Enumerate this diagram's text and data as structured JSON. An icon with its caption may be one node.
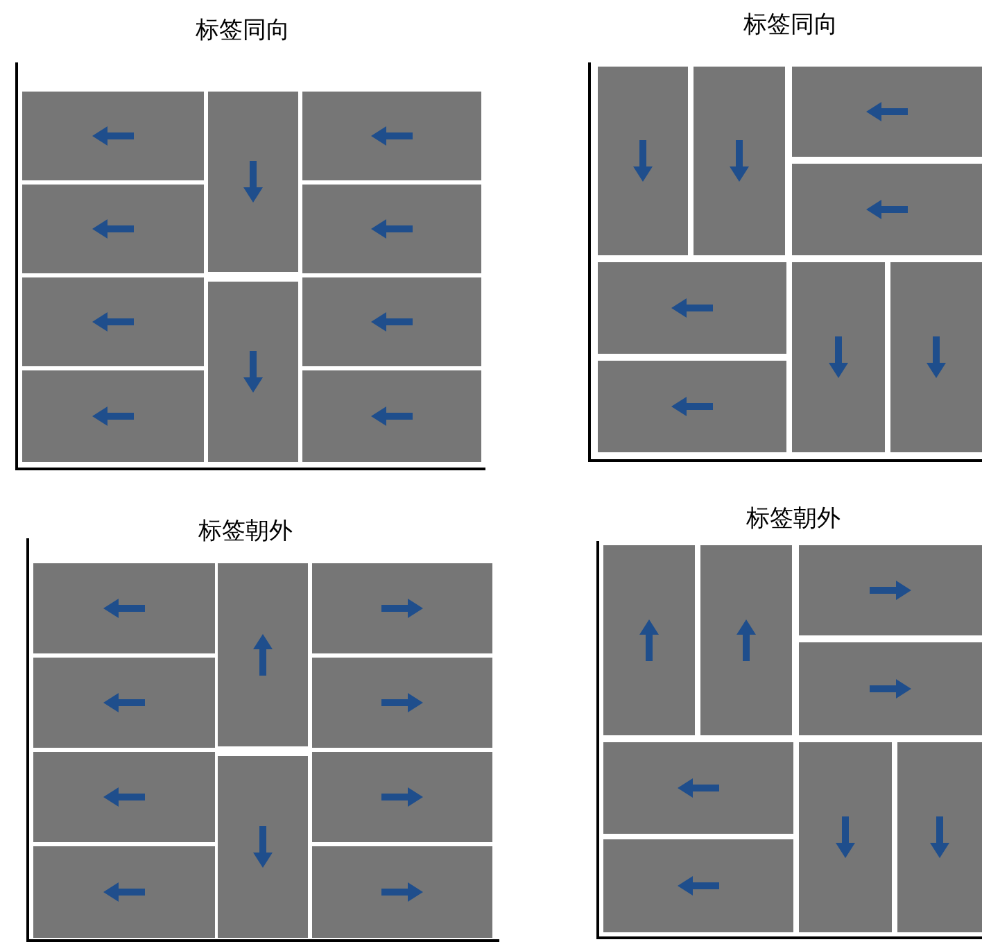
{
  "diagram": {
    "labels": [
      "标签同向",
      "标签同向",
      "标签朝外",
      "标签朝外"
    ]
  }
}
